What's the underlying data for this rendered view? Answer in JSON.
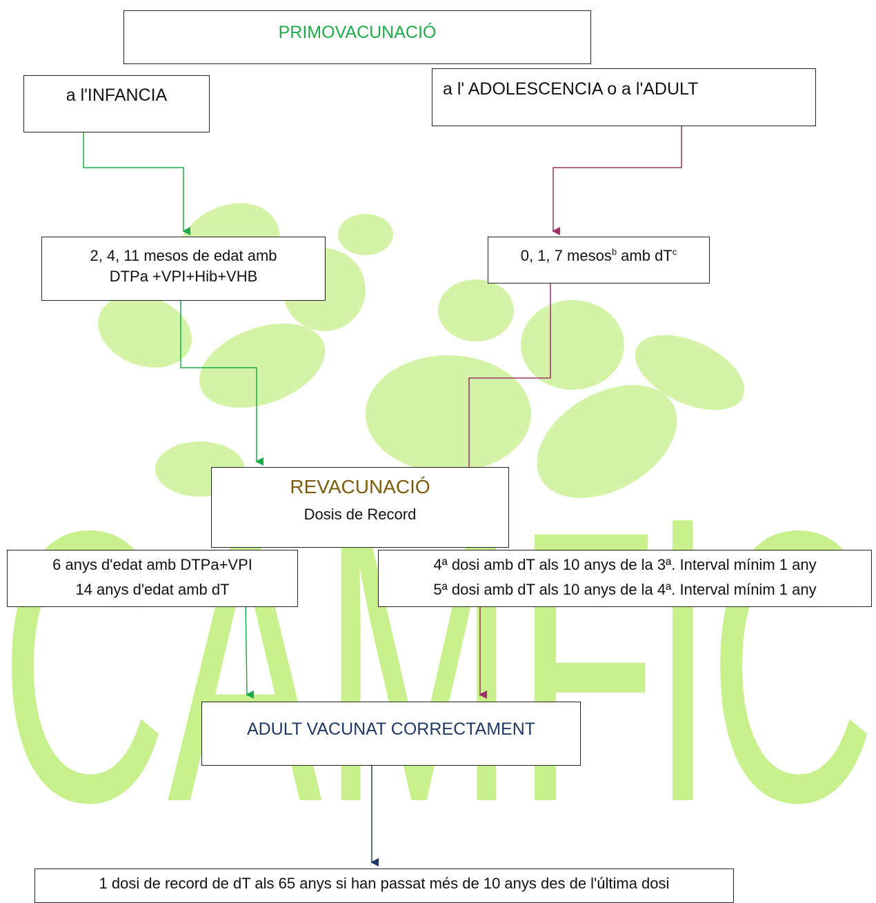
{
  "watermark": {
    "text": "CAMFiC",
    "color": "#c8f08c"
  },
  "colors": {
    "green": "#1faa4a",
    "purple": "#993366",
    "olive": "#7a5c0a",
    "navy": "#1f3864",
    "border": "#222222"
  },
  "title": {
    "text": "PRIMOVACUNACIÓ"
  },
  "infancia": {
    "text": "a l'INFANCIA"
  },
  "adult_branch": {
    "text": "a l' ADOLESCENCIA o a l'ADULT"
  },
  "infant_schedule": {
    "line1": "2, 4, 11 mesos de edat amb",
    "line2": "DTPa +VPI+Hib+VHB"
  },
  "adult_schedule": {
    "prefix": "0, 1, 7 mesos",
    "sup_b": "b",
    "middle": " amb dT",
    "sup_c": "c"
  },
  "revacunacio": {
    "title": "REVACUNACIÓ",
    "subtitle": "Dosis de Record"
  },
  "infant_boosters": {
    "line1": "6 anys d'edat amb DTPa+VPI",
    "line2": "14 anys d'edat amb dT"
  },
  "adult_boosters": {
    "line1": "4ª dosi amb dT als 10 anys de la 3ª. Interval mínim 1 any",
    "line2": "5ª dosi amb dT als 10 anys de la 4ª. Interval mínim 1 any"
  },
  "correct": {
    "text": "ADULT VACUNAT CORRECTAMENT"
  },
  "final_dose": {
    "text": "1 dosi de record de dT als 65 anys si han passat més de 10 anys des de l'última dosi"
  }
}
